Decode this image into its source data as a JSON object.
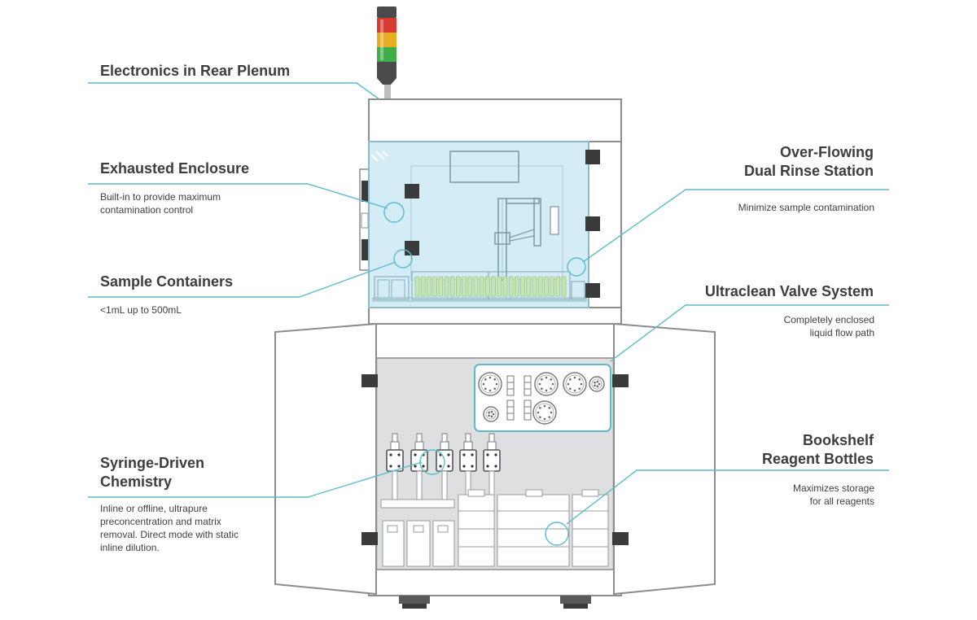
{
  "callouts": {
    "electronics": {
      "title": "Electronics in Rear Plenum"
    },
    "enclosure": {
      "title": "Exhausted Enclosure",
      "desc": "Built-in to provide maximum\ncontamination control"
    },
    "containers": {
      "title": "Sample Containers",
      "desc": "<1mL up to 500mL"
    },
    "syringe": {
      "title": "Syringe-Driven\nChemistry",
      "desc": "Inline or offline, ultrapure\npreconcentration and matrix\nremoval. Direct mode with static\ninline dilution."
    },
    "rinse": {
      "title": "Over-Flowing\nDual Rinse Station",
      "desc": "Minimize sample contamination"
    },
    "valve": {
      "title": "Ultraclean Valve System",
      "desc": "Completely enclosed\nliquid flow path"
    },
    "bookshelf": {
      "title": "Bookshelf\nReagent Bottles",
      "desc": "Maximizes storage\nfor all reagents"
    }
  },
  "colors": {
    "accent": "#5bbccc",
    "outline": "#8c8c8c",
    "enclosure_fill": "#d3ecf6",
    "cabinet_fill": "#dedfe1",
    "text": "#3d3d3d",
    "light_red": "#d63b2f",
    "light_yellow": "#e5ad1f",
    "light_green": "#3fae49",
    "light_body": "#4a4a4a"
  }
}
